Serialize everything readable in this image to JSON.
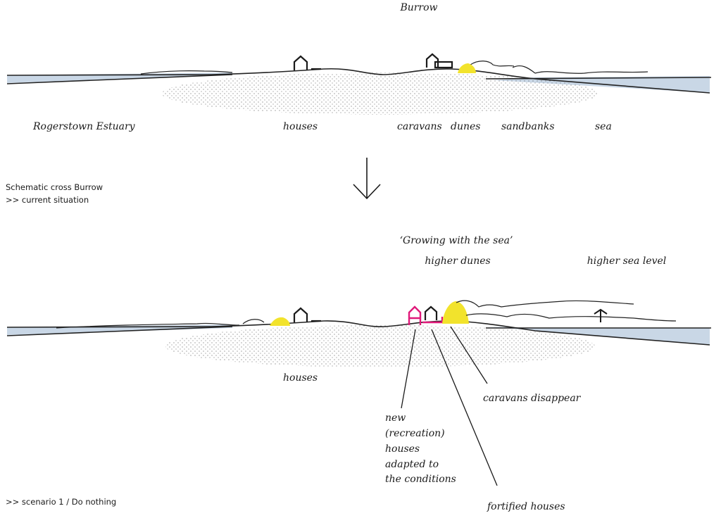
{
  "top_diagram": {
    "title": "Burrow",
    "labels": {
      "estuary": "Rogerstown Estuary",
      "houses": "houses",
      "caravans": "caravans",
      "dunes": "dunes",
      "sandbanks": "sandbanks",
      "sea": "sea"
    },
    "caption_line1": "Schematic cross Burrow",
    "caption_line2": ">> current situation"
  },
  "bottom_diagram": {
    "title": "‘Growing with the sea’",
    "labels": {
      "higher_dunes": "higher dunes",
      "higher_sea_level": "higher sea level",
      "houses": "houses",
      "caravans_disappear": "caravans disappear",
      "new_houses": [
        "new",
        "(recreation)",
        "houses",
        "adapted to",
        "the conditions"
      ],
      "fortified_houses": "fortified houses"
    },
    "caption": ">> scenario 1 / Do nothing"
  },
  "colors": {
    "water": "#c9d7e6",
    "dune": "#f2e32c",
    "new_houses": "#e0197a",
    "ink": "#1a1a1a"
  },
  "icons": [
    "down-arrow-icon",
    "house-icon",
    "caravan-icon"
  ]
}
